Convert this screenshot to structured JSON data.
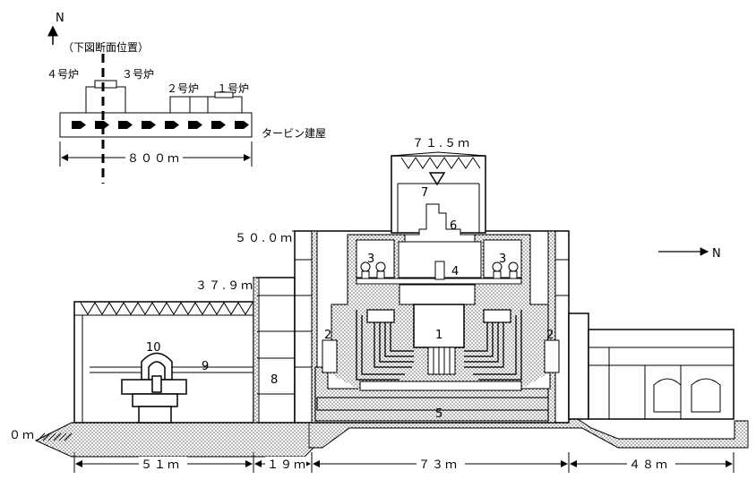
{
  "inset": {
    "north_label": "N",
    "section_position_label": "（下図断面位置）",
    "reactors": {
      "unit4": "４号炉",
      "unit3": "３号炉",
      "unit2": "２号炉",
      "unit1": "１号炉"
    },
    "turbine_building_label": "タービン建屋",
    "length_label": "８００ｍ"
  },
  "section": {
    "elevation_top": "７１.５ｍ",
    "elevation_50": "５０.０ｍ",
    "elevation_37": "３７.９ｍ",
    "elevation_0": "０ｍ",
    "north_label": "N",
    "components": {
      "c1": "1",
      "c2_left": "2",
      "c2_right": "2",
      "c3_left": "3",
      "c3_right": "3",
      "c4": "4",
      "c5": "5",
      "c6": "6",
      "c7": "7",
      "c8": "8",
      "c9": "9",
      "c10": "10"
    },
    "dimensions": {
      "d1": "５１ｍ",
      "d2": "１９ｍ",
      "d3": "７３ｍ",
      "d4": "４８ｍ"
    }
  }
}
